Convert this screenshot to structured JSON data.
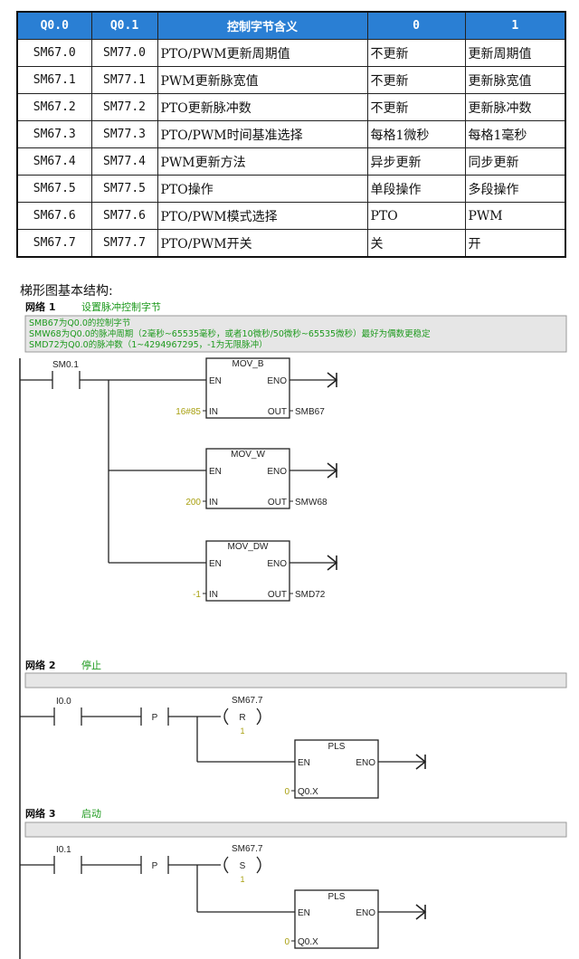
{
  "table": {
    "headers": [
      "Q0.0",
      "Q0.1",
      "控制字节含义",
      "0",
      "1"
    ],
    "rows": [
      [
        "SM67.0",
        "SM77.0",
        "PTO/PWM更新周期值",
        "不更新",
        "更新周期值"
      ],
      [
        "SM67.1",
        "SM77.1",
        "PWM更新脉宽值",
        "不更新",
        "更新脉宽值"
      ],
      [
        "SM67.2",
        "SM77.2",
        "PTO更新脉冲数",
        "不更新",
        "更新脉冲数"
      ],
      [
        "SM67.3",
        "SM77.3",
        "PTO/PWM时间基准选择",
        "每格1微秒",
        "每格1毫秒"
      ],
      [
        "SM67.4",
        "SM77.4",
        "PWM更新方法",
        "异步更新",
        "同步更新"
      ],
      [
        "SM67.5",
        "SM77.5",
        "PTO操作",
        "单段操作",
        "多段操作"
      ],
      [
        "SM67.6",
        "SM77.6",
        "PTO/PWM模式选择",
        "PTO",
        "PWM"
      ],
      [
        "SM67.7",
        "SM77.7",
        "PTO/PWM开关",
        "关",
        "开"
      ]
    ]
  },
  "ladder_caption": "梯形图基本结构:",
  "networks": [
    {
      "label": "网络 1",
      "title": "设置脉冲控制字节",
      "comments": [
        "SMB67为Q0.0的控制字节",
        "SMW68为Q0.0的脉冲周期（2毫秒~65535毫秒，或者10微秒/50微秒~65535微秒）最好为偶数更稳定",
        "SMD72为Q0.0的脉冲数（1~4294967295，-1为无限脉冲）"
      ],
      "contact": "SM0.1",
      "blocks": [
        {
          "name": "MOV_B",
          "en": "EN",
          "eno": "ENO",
          "in_label": "IN",
          "out_label": "OUT",
          "in_value": "16#85",
          "out_value": "SMB67"
        },
        {
          "name": "MOV_W",
          "en": "EN",
          "eno": "ENO",
          "in_label": "IN",
          "out_label": "OUT",
          "in_value": "200",
          "out_value": "SMW68"
        },
        {
          "name": "MOV_DW",
          "en": "EN",
          "eno": "ENO",
          "in_label": "IN",
          "out_label": "OUT",
          "in_value": "-1",
          "out_value": "SMD72"
        }
      ]
    },
    {
      "label": "网络 2",
      "title": "停止",
      "contact": "I0.0",
      "edge": "P",
      "coil_addr": "SM67.7",
      "coil_type": "R",
      "coil_count": "1",
      "block": {
        "name": "PLS",
        "en": "EN",
        "eno": "ENO",
        "in_label": "Q0.X",
        "in_value": "0"
      }
    },
    {
      "label": "网络 3",
      "title": "启动",
      "contact": "I0.1",
      "edge": "P",
      "coil_addr": "SM67.7",
      "coil_type": "S",
      "coil_count": "1",
      "block": {
        "name": "PLS",
        "en": "EN",
        "eno": "ENO",
        "in_label": "Q0.X",
        "in_value": "0"
      }
    }
  ],
  "colors": {
    "header_bg": "#2a7fd4",
    "comment_bg": "#e6e6e6",
    "comment_text": "#1e9a1e",
    "title_text": "#1e9a1e",
    "value_text": "#a8a010"
  }
}
